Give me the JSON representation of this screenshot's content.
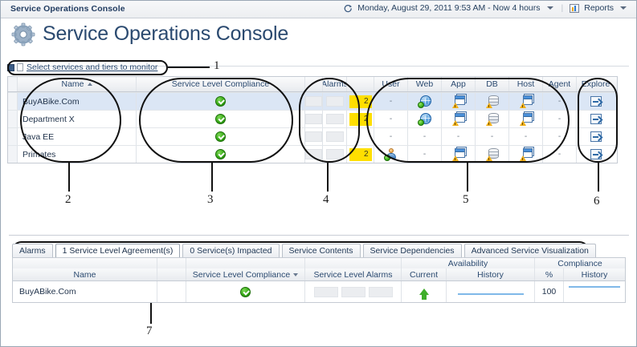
{
  "window": {
    "titlebar": "Service Operations Console",
    "timerange": "Monday, August 29, 2011 9:53 AM - Now 4 hours",
    "reports_label": "Reports",
    "clock_icon": "clock-icon",
    "reports_icon": "reports-chart-icon",
    "caret_icon": "chevron-down-icon"
  },
  "header": {
    "title": "Service Operations Console",
    "gear_icon": "gear-icon"
  },
  "selector": {
    "link_label": "Select services and tiers to monitor",
    "icon": "service-selector-icon"
  },
  "top_grid": {
    "columns": {
      "name": "Name",
      "service_level_compliance": "Service Level Compliance",
      "alarms": "Alarms",
      "user": "User",
      "web": "Web",
      "app": "App",
      "db": "DB",
      "host": "Host",
      "agent": "Agent",
      "explore": "Explore"
    },
    "sort": {
      "column": "Name",
      "direction": "asc"
    },
    "rows": [
      {
        "name": "BuyABike.Com",
        "selected": true,
        "compliance": "ok",
        "alarms": {
          "box1": "",
          "box2": "",
          "count": "2"
        },
        "tiers": {
          "user": "-",
          "web": "globe-warn",
          "app": "app-warn",
          "db": "db-warn",
          "host": "host-warn",
          "agent": "-"
        },
        "explore": "explore-icon"
      },
      {
        "name": "Department X",
        "selected": false,
        "compliance": "ok",
        "alarms": {
          "box1": "",
          "box2": "",
          "count": "2"
        },
        "tiers": {
          "user": "-",
          "web": "globe-warn",
          "app": "app-warn",
          "db": "db-warn",
          "host": "host-warn",
          "agent": "-"
        },
        "explore": "explore-icon"
      },
      {
        "name": "Java EE",
        "selected": false,
        "compliance": "ok",
        "alarms": {
          "box1": "",
          "box2": "",
          "count": ""
        },
        "tiers": {
          "user": "-",
          "web": "-",
          "app": "-",
          "db": "-",
          "host": "-",
          "agent": "-"
        },
        "explore": "explore-icon"
      },
      {
        "name": "Primates",
        "selected": false,
        "compliance": "ok",
        "alarms": {
          "box1": "",
          "box2": "",
          "count": "2"
        },
        "tiers": {
          "user": "user-ok",
          "web": "-",
          "app": "app-warn",
          "db": "db-warn",
          "host": "host-warn",
          "agent": "-"
        },
        "explore": "explore-icon"
      }
    ]
  },
  "tabs": [
    {
      "label": "Alarms",
      "active": false
    },
    {
      "label": "1 Service Level Agreement(s)",
      "active": true
    },
    {
      "label": "0 Service(s) Impacted",
      "active": false
    },
    {
      "label": "Service Contents",
      "active": false
    },
    {
      "label": "Service Dependencies",
      "active": false
    },
    {
      "label": "Advanced Service Visualization",
      "active": false
    }
  ],
  "bottom_grid": {
    "group_headers": {
      "availability": "Availability",
      "compliance": "Compliance"
    },
    "columns": {
      "name": "Name",
      "service_level_compliance": "Service Level Compliance",
      "service_level_alarms": "Service Level Alarms",
      "current": "Current",
      "avail_history": "History",
      "percent": "%",
      "comp_history": "History"
    },
    "sort": {
      "column": "Service Level Compliance",
      "direction": "desc"
    },
    "rows": [
      {
        "name": "BuyABike.Com",
        "compliance": "ok",
        "alarms": [
          "",
          "",
          ""
        ],
        "current": "up",
        "avail_history": "sparkline",
        "percent": "100",
        "comp_history": "sparkline"
      }
    ]
  },
  "callouts": [
    {
      "id": "1",
      "label": "1"
    },
    {
      "id": "2",
      "label": "2"
    },
    {
      "id": "3",
      "label": "3"
    },
    {
      "id": "4",
      "label": "4"
    },
    {
      "id": "5",
      "label": "5"
    },
    {
      "id": "6",
      "label": "6"
    },
    {
      "id": "7",
      "label": "7"
    }
  ],
  "colors": {
    "accent": "#2b4a70",
    "alarm_yellow": "#ffdf00",
    "ok_green": "#36a816",
    "selected_row": "#dbe6f5",
    "marker_black": "#111111"
  }
}
